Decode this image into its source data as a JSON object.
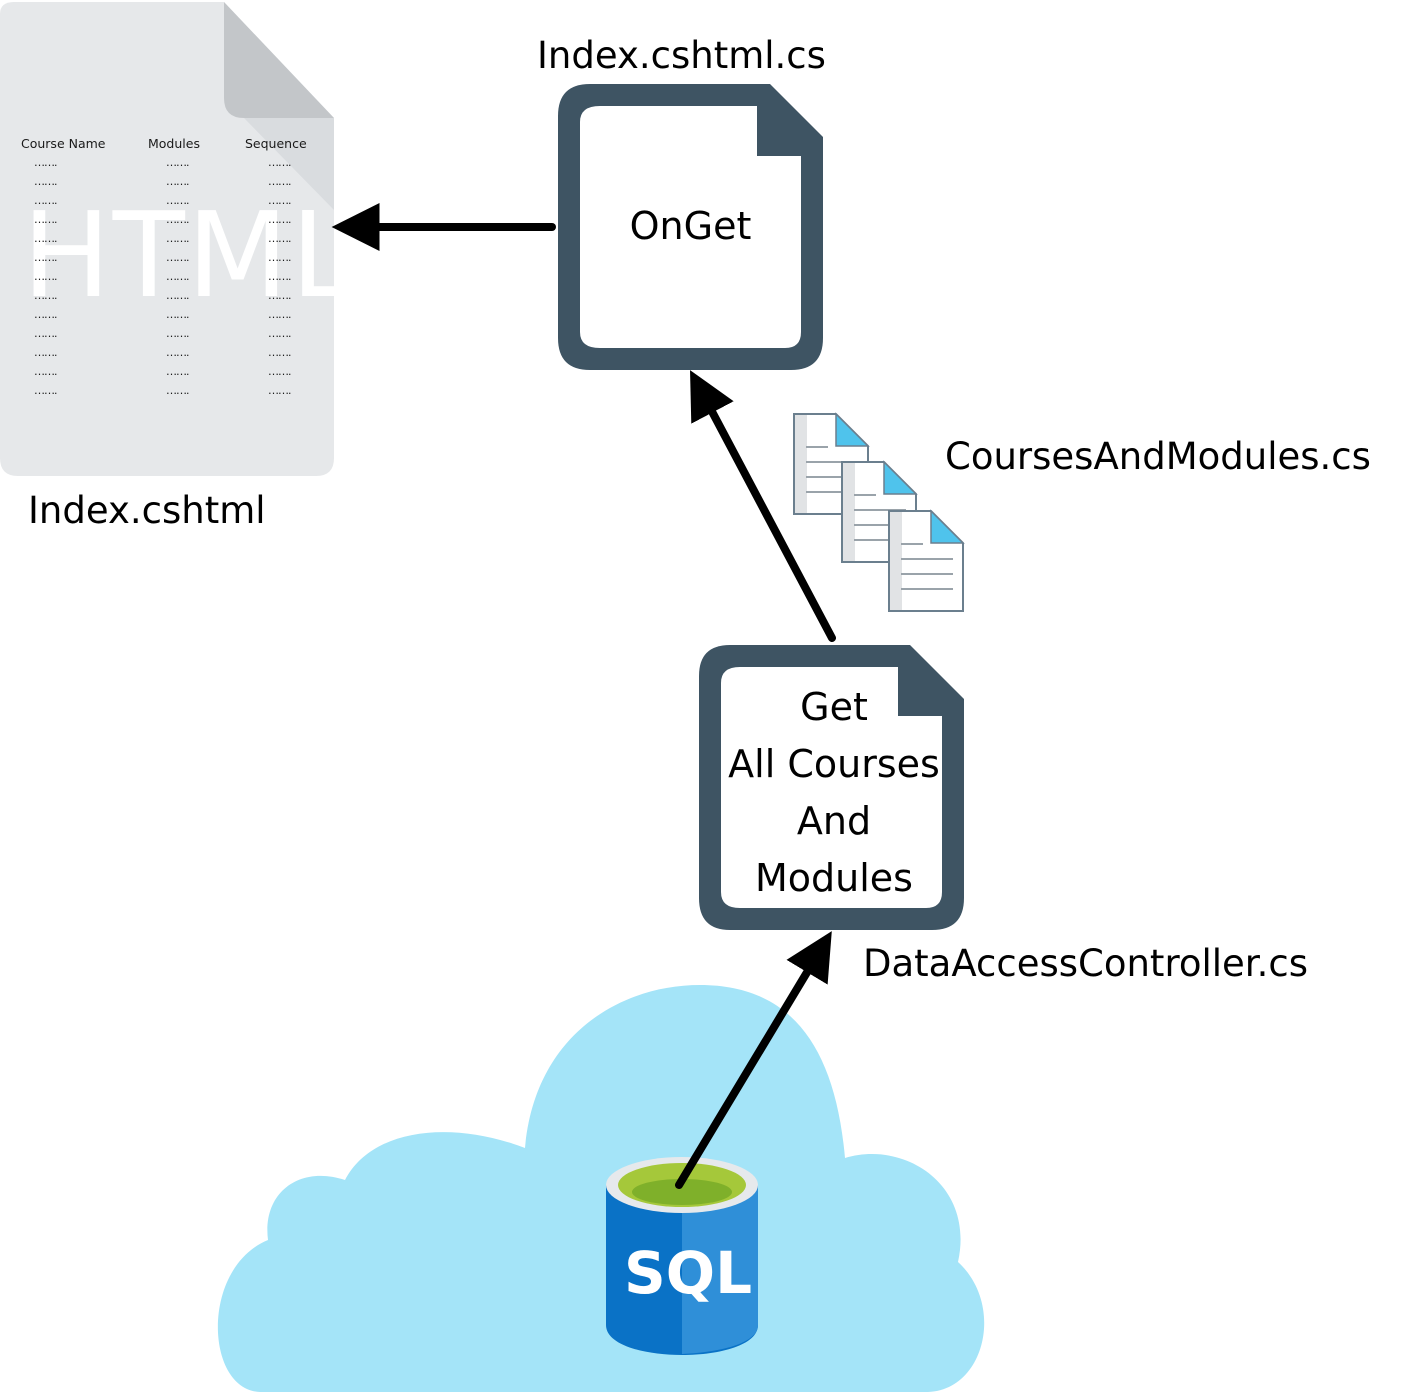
{
  "html_document": {
    "filename": "Index.cshtml",
    "watermark": "HTML",
    "columns": [
      "Course Name",
      "Modules",
      "Sequence"
    ],
    "placeholder": "……."
  },
  "page_model": {
    "filename": "Index.cshtml.cs",
    "method": "OnGet"
  },
  "model_class": {
    "filename": "CoursesAndModules.cs"
  },
  "controller": {
    "filename": "DataAccessController.cs",
    "method_lines": [
      "Get",
      "All Courses",
      "And",
      "Modules"
    ]
  },
  "database": {
    "label": "SQL"
  },
  "colors": {
    "doc_border": "#3e5463",
    "html_page": "#e6e8ea",
    "html_fold": "#c3c6c9",
    "cloud": "#a4e4f8",
    "sql_blue_dark": "#0a72c6",
    "sql_blue_light": "#2f8fd8",
    "sql_top_green": "#a5c83a",
    "arrow": "#000000"
  },
  "icons": {
    "html_page": "html-document-icon",
    "code_file": "code-file-icon",
    "model_files": "stacked-documents-icon",
    "database": "sql-database-icon",
    "cloud": "cloud-icon"
  }
}
